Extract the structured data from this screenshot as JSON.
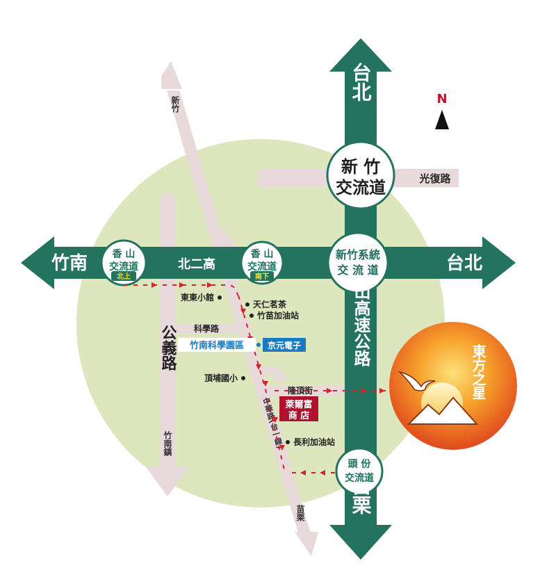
{
  "highways": {
    "north": "台北",
    "east": "台北",
    "west": "竹南",
    "south": "苗栗",
    "zhongshan": "中山高速公路",
    "beier": "北二高"
  },
  "interchanges": {
    "hsinchu": {
      "line1": "新 竹",
      "line2": "交流道"
    },
    "hsinchu_system": {
      "line1": "新竹系統",
      "line2": "交 流 道"
    },
    "xiangshan_west": {
      "line1": "香 山",
      "line2": "交流道",
      "tag": "北上"
    },
    "xiangshan_mid": {
      "line1": "香 山",
      "line2": "交流道",
      "tag": "南下"
    },
    "toufen": {
      "line1": "頭 份",
      "line2": "交流道"
    }
  },
  "roads": {
    "guangfu": "光復路",
    "hsinchu_top": "新竹",
    "miaoli_bottom": "苗栗",
    "gongyi": "公義路",
    "zhunan_town": "竹南鎮",
    "kexue": "科學路",
    "longding": "隆頂街",
    "zhonghua": "中華路(台一線)"
  },
  "pois": {
    "dongdong": "東東小館",
    "tianren": "天仁茗茶",
    "zhumiao_gas": "竹苗加油站",
    "science_park": "竹南科學園區",
    "kyec": "京元電子",
    "dingpu_school": "頂埔國小",
    "store_line1": "萊爾富",
    "store_line2": "商 店",
    "changli_gas": "長利加油站"
  },
  "brand": {
    "text": "東方之星"
  },
  "compass": "N",
  "colors": {
    "highway": "#24735f",
    "ring": "#dde6bd",
    "local_road": "#e8dada",
    "route": "#d2232a",
    "store": "#b0122e",
    "science": "#1a7ac0",
    "brand_outer": "#e85a1e",
    "brand_inner": "#f7c52c"
  }
}
